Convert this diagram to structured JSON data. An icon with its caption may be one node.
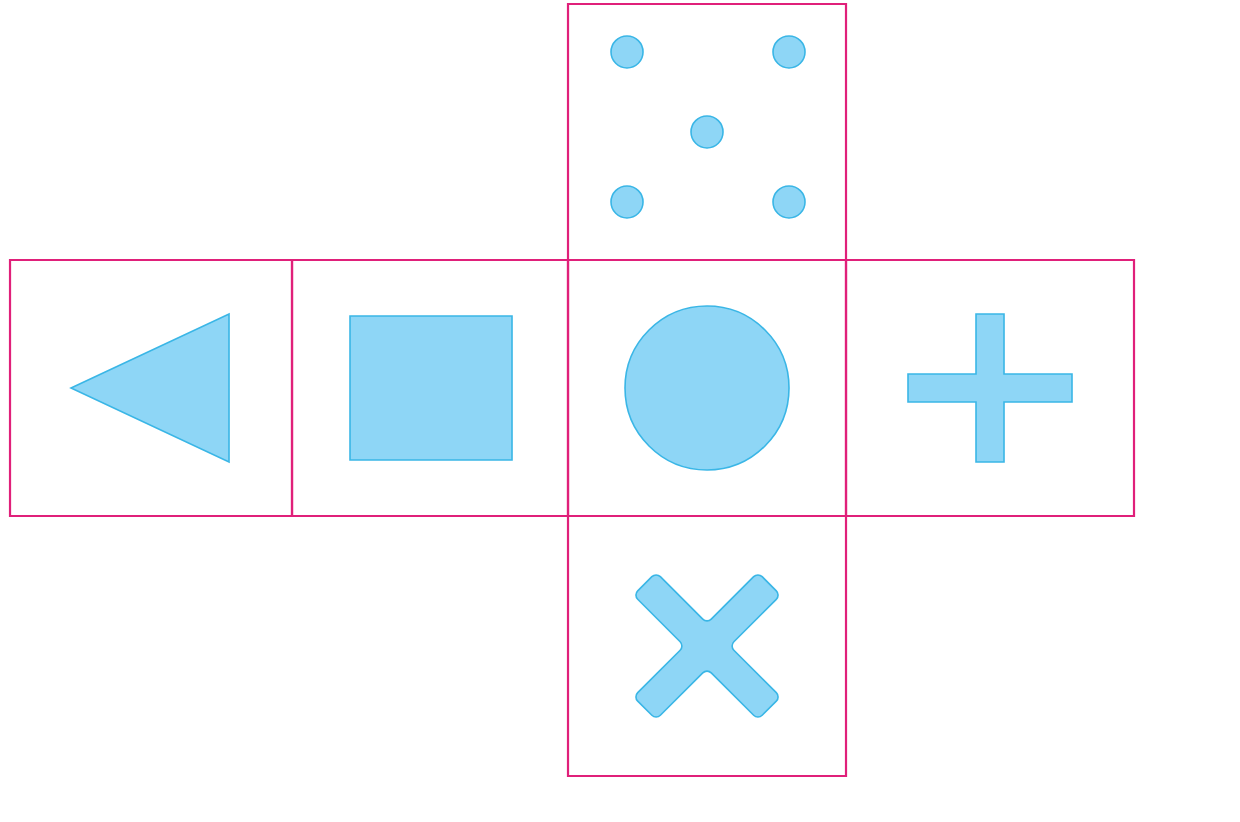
{
  "diagram": {
    "nodes": [
      {
        "text": [],
        "shape": "box"
      },
      {
        "text": [],
        "shape": "box"
      },
      {
        "text": [],
        "shape": "box"
      },
      {
        "text": [],
        "shape": "box"
      },
      {
        "text": [],
        "shape": "box"
      },
      {
        "text": [],
        "shape": "box"
      },
      {
        "text": [],
        "shape": "dots",
        "in": 0
      },
      {
        "text": [],
        "shape": "triangle",
        "in": 1
      },
      {
        "text": [],
        "shape": "square",
        "in": 2
      },
      {
        "text": [],
        "shape": "circle",
        "in": 3
      },
      {
        "text": [],
        "shape": "plus",
        "in": 4
      },
      {
        "text": [],
        "shape": "cross",
        "in": 5
      }
    ]
  }
}
